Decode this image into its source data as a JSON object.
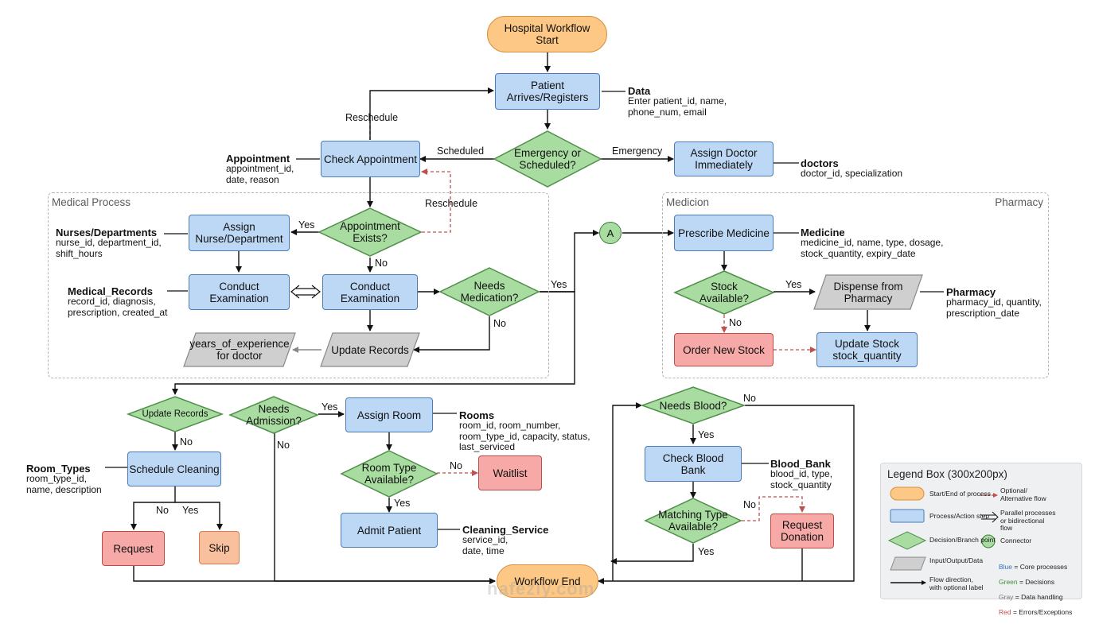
{
  "title": "Hospital Workflow",
  "nodes": {
    "start": "Hospital Workflow\nStart",
    "patient_arrives": "Patient\nArrives/Registers",
    "emergency_or_scheduled": "Emergency or\nScheduled?",
    "check_appointment": "Check Appointment",
    "assign_doctor": "Assign Doctor\nImmediately",
    "appointment_exists": "Appointment\nExists?",
    "assign_nurse": "Assign\nNurse/Department",
    "conduct_exam_left": "Conduct\nExamination",
    "conduct_exam_center": "Conduct\nExamination",
    "needs_medication": "Needs\nMedication?",
    "update_records_io": "Update Records",
    "years_experience": "years_of_experience\nfor doctor",
    "connector_a": "A",
    "prescribe_medicine": "Prescribe Medicine",
    "stock_available": "Stock\nAvailable?",
    "dispense_pharmacy": "Dispense from\nPharmacy",
    "order_new_stock": "Order New Stock",
    "update_stock": "Update Stock\nstock_quantity",
    "update_records_decision": "Update Records",
    "schedule_cleaning": "Schedule Cleaning",
    "request": "Request",
    "skip": "Skip",
    "needs_admission": "Needs\nAdmission?",
    "assign_room": "Assign Room",
    "room_type_available": "Room Type\nAvailable?",
    "waitlist": "Waitlist",
    "admit_patient": "Admit Patient",
    "needs_blood": "Needs Blood?",
    "check_blood_bank": "Check Blood\nBank",
    "matching_type": "Matching Type\nAvailable?",
    "request_donation": "Request\nDonation",
    "workflow_end": "Workflow End"
  },
  "edge_labels": {
    "reschedule_top": "Reschedule",
    "scheduled": "Scheduled",
    "emergency": "Emergency",
    "reschedule_mid": "Reschedule",
    "yes_nurse": "Yes",
    "no_appt": "No",
    "yes_medication": "Yes",
    "no_medication": "No",
    "yes_stock": "Yes",
    "no_stock": "No",
    "no_update": "No",
    "no_request": "No",
    "yes_skip": "Yes",
    "yes_admission": "Yes",
    "no_admission": "No",
    "no_room": "No",
    "yes_room": "Yes",
    "no_blood": "No",
    "yes_blood": "Yes",
    "no_match": "No",
    "yes_match": "Yes"
  },
  "annotations": {
    "data": {
      "title": "Data",
      "text": "Enter patient_id, name,\nphone_num, email"
    },
    "appointment": {
      "title": "Appointment",
      "text": "appointment_id,\ndate, reason"
    },
    "doctors": {
      "title": "doctors",
      "text": "doctor_id, specialization"
    },
    "nurses": {
      "title": "Nurses/Departments",
      "text": "nurse_id, department_id,\nshift_hours"
    },
    "medical_records": {
      "title": "Medical_Records",
      "text": "record_id, diagnosis,\nprescription, created_at"
    },
    "medicine": {
      "title": "Medicine",
      "text": "medicine_id, name, type, dosage,\nstock_quantity, expiry_date"
    },
    "pharmacy": {
      "title": "Pharmacy",
      "text": "pharmacy_id, quantity,\nprescription_date"
    },
    "room_types": {
      "title": "Room_Types",
      "text": "room_type_id,\nname, description"
    },
    "rooms": {
      "title": "Rooms",
      "text": "room_id, room_number,\nroom_type_id, capacity, status,\nlast_serviced"
    },
    "cleaning_service": {
      "title": "Cleaning_Service",
      "text": "service_id,\ndate, time"
    },
    "blood_bank": {
      "title": "Blood_Bank",
      "text": "blood_id, type,\nstock_quantity"
    }
  },
  "groups": {
    "medical_process": "Medical Process",
    "medicion": "Medicion",
    "pharmacy": "Pharmacy"
  },
  "legend": {
    "title": "Legend Box (300x200px)",
    "start_end": "Start/End of process",
    "process": "Process/Action step",
    "decision": "Decision/Branch point",
    "io": "Input/Output/Data",
    "flow": "Flow direction,\nwith optional label",
    "optional": "Optional/\nAlternative flow",
    "parallel": "Parallel processes\nor bidirectional\nflow",
    "connector": "Connector",
    "color_blue": "Blue",
    "color_blue_text": " = Core processes",
    "color_green": "Green",
    "color_green_text": " = Decisions",
    "color_gray": "Gray",
    "color_gray_text": " = Data handling",
    "color_red": "Red",
    "color_red_text": " = Errors/Exceptions"
  },
  "watermark": "nafezly.com",
  "colors": {
    "process_fill": "#bcd8f5",
    "process_stroke": "#4a7db5",
    "decision_fill": "#a9dca0",
    "decision_stroke": "#4f8f49",
    "terminal_fill": "#fdc885",
    "error_fill": "#f6a9a6",
    "io_fill": "#cfcfcf",
    "optional_arrow": "#c0504d"
  }
}
